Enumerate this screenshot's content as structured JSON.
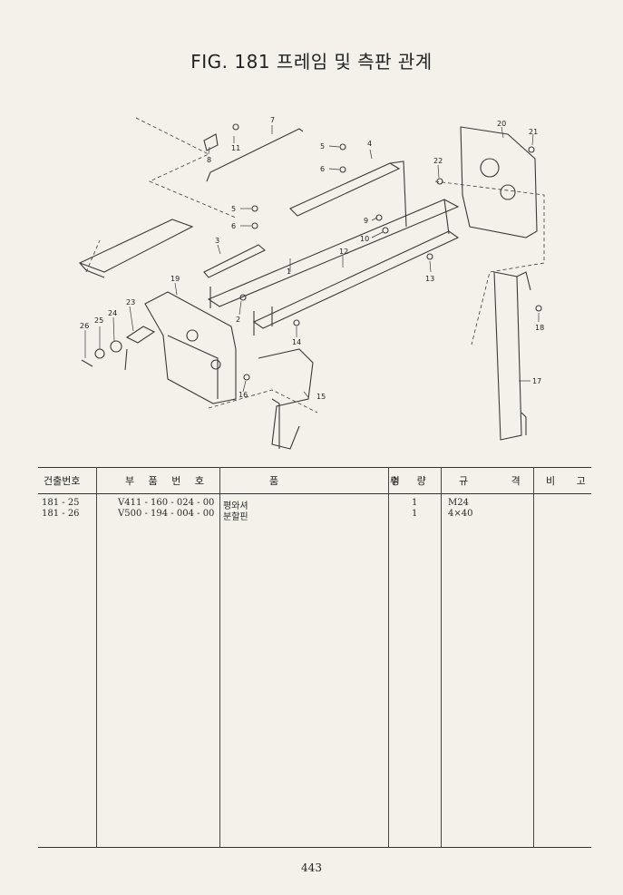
{
  "title": "FIG. 181 프레임 및 측판 관계",
  "callouts": [
    "1",
    "2",
    "3",
    "4",
    "5",
    "6",
    "5",
    "6",
    "7",
    "8",
    "9",
    "10",
    "11",
    "12",
    "13",
    "14",
    "15",
    "16",
    "17",
    "18",
    "19",
    "20",
    "21",
    "22",
    "23",
    "24",
    "25",
    "26"
  ],
  "table": {
    "headers": [
      "건출번호",
      "부 품 번 호",
      "품 명",
      "수 량",
      "규 격",
      "비 고"
    ],
    "rows": [
      {
        "no": "181 - 25",
        "part": "V411 - 160 - 024 - 00",
        "name": "평와셔",
        "qty": "1",
        "spec": "M24",
        "note": ""
      },
      {
        "no": "181 - 26",
        "part": "V500 - 194 - 004 - 00",
        "name": "분할핀",
        "qty": "1",
        "spec": "4×40",
        "note": ""
      }
    ]
  },
  "page_number": "443"
}
